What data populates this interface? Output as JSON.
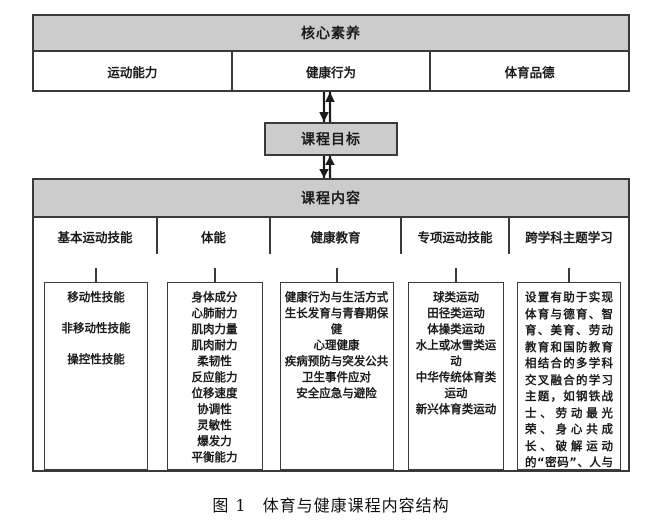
{
  "figure": {
    "caption_label": "图 1",
    "caption_title": "体育与健康课程内容结构"
  },
  "colors": {
    "header_band": "#cccccc",
    "border": "#3a3a3a",
    "background": "#ffffff",
    "text": "#1a1a1a"
  },
  "core_competency": {
    "title": "核心素养",
    "items": [
      {
        "label": "运动能力"
      },
      {
        "label": "健康行为"
      },
      {
        "label": "体育品德"
      }
    ]
  },
  "course_goal": {
    "title": "课程目标"
  },
  "course_content": {
    "title": "课程内容",
    "columns": [
      {
        "header": "基本运动技能",
        "style": "sparse",
        "items": [
          "移动性技能",
          "非移动性技能",
          "操控性技能"
        ]
      },
      {
        "header": "体能",
        "style": "tight",
        "items": [
          "身体成分",
          "心肺耐力",
          "肌肉力量",
          "肌肉耐力",
          "柔韧性",
          "反应能力",
          "位移速度",
          "协调性",
          "灵敏性",
          "爆发力",
          "平衡能力"
        ]
      },
      {
        "header": "健康教育",
        "style": "tight",
        "items": [
          "健康行为与生活方式",
          "生长发育与青春期保健",
          "心理健康",
          "疾病预防与突发公共卫生事件应对",
          "安全应急与避险"
        ]
      },
      {
        "header": "专项运动技能",
        "style": "tight",
        "items": [
          "球类运动",
          "田径类运动",
          "体操类运动",
          "水上或冰雪类运动",
          "中华传统体育类运动",
          "新兴体育类运动"
        ]
      },
      {
        "header": "跨学科主题学习",
        "style": "para",
        "paragraph": "设置有助于实现体育与德育、智育、美育、劳动教育和国防教育相结合的多学科交叉融合的学习主题，如钢铁战士、劳动最光荣、身心共成长、破解运动的“密码”、人与自然和谐美等"
      }
    ]
  },
  "connectors": [
    {
      "name": "core-to-goal",
      "kind": "double-headed-vertical-arrow"
    },
    {
      "name": "goal-to-content",
      "kind": "double-headed-vertical-arrow"
    }
  ]
}
